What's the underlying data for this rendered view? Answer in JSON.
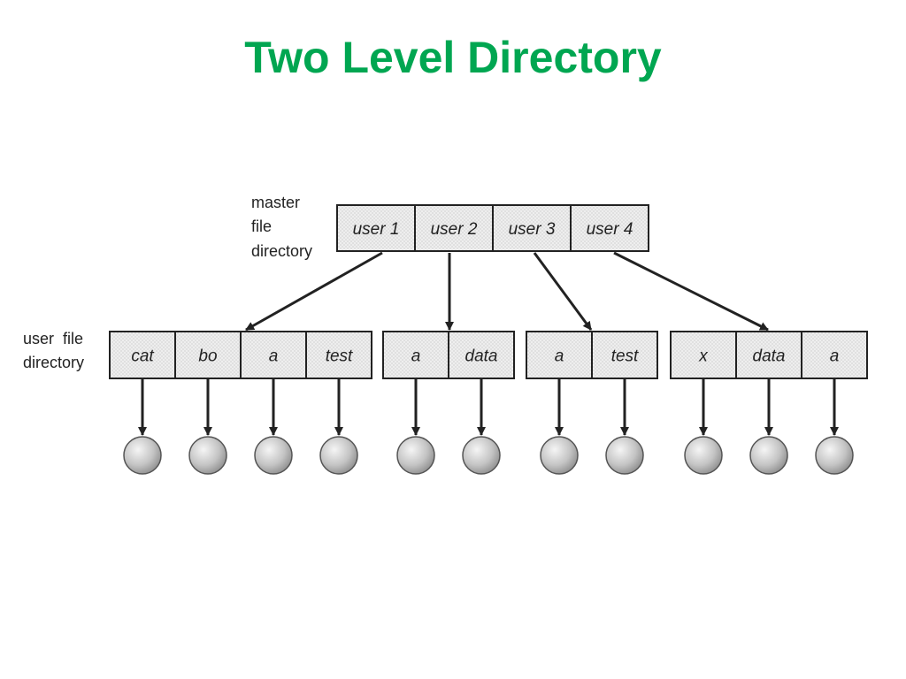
{
  "title": "Two Level Directory",
  "colors": {
    "title": "#00A651",
    "cell_fill": "#e6e6e6",
    "stroke": "#222222",
    "file_node": "#c8c8c8"
  },
  "master": {
    "label_lines": [
      "master",
      "file",
      "directory"
    ],
    "entries": [
      "user 1",
      "user 2",
      "user 3",
      "user 4"
    ]
  },
  "user_dir": {
    "label_lines": [
      "user  file",
      "directory"
    ],
    "groups": [
      [
        "cat",
        "bo",
        "a",
        "test"
      ],
      [
        "a",
        "data"
      ],
      [
        "a",
        "test"
      ],
      [
        "x",
        "data",
        "a"
      ]
    ]
  }
}
